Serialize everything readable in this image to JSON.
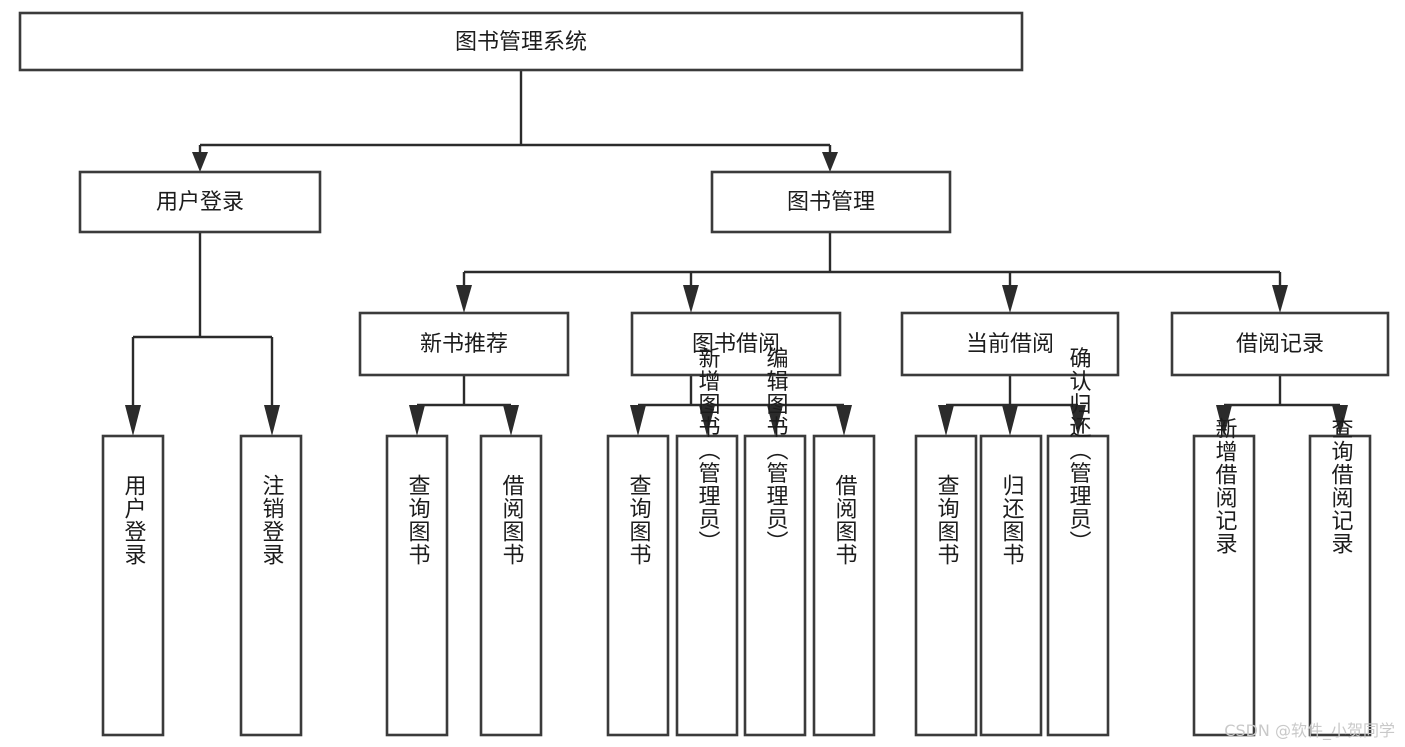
{
  "diagram": {
    "type": "hierarchy-tree",
    "title": "图书管理系统",
    "root": {
      "label": "图书管理系统"
    },
    "level1": [
      {
        "label": "用户登录"
      },
      {
        "label": "图书管理"
      }
    ],
    "level2": [
      {
        "label": "新书推荐"
      },
      {
        "label": "图书借阅"
      },
      {
        "label": "当前借阅"
      },
      {
        "label": "借阅记录"
      }
    ],
    "leaves_user_login": [
      {
        "label": "用户登录"
      },
      {
        "label": "注销登录"
      }
    ],
    "leaves_new_books": [
      {
        "label": "查询图书"
      },
      {
        "label": "借阅图书"
      }
    ],
    "leaves_borrow": [
      {
        "label": "查询图书"
      },
      {
        "label": "新增图书（管理员）"
      },
      {
        "label": "编辑图书（管理员）"
      },
      {
        "label": "借阅图书"
      }
    ],
    "leaves_current": [
      {
        "label": "查询图书"
      },
      {
        "label": "归还图书"
      },
      {
        "label": "确认归还（管理员）"
      }
    ],
    "leaves_records": [
      {
        "label": "新增借阅记录"
      },
      {
        "label": "查询借阅记录"
      }
    ],
    "colors": {
      "box_fill": "#ffffff",
      "box_stroke": "#3b3b3b",
      "edge": "#2b2b2b",
      "text": "#1c1c1c",
      "background": "#ffffff"
    }
  },
  "watermark": {
    "text": "CSDN @软件_小贺同学"
  }
}
